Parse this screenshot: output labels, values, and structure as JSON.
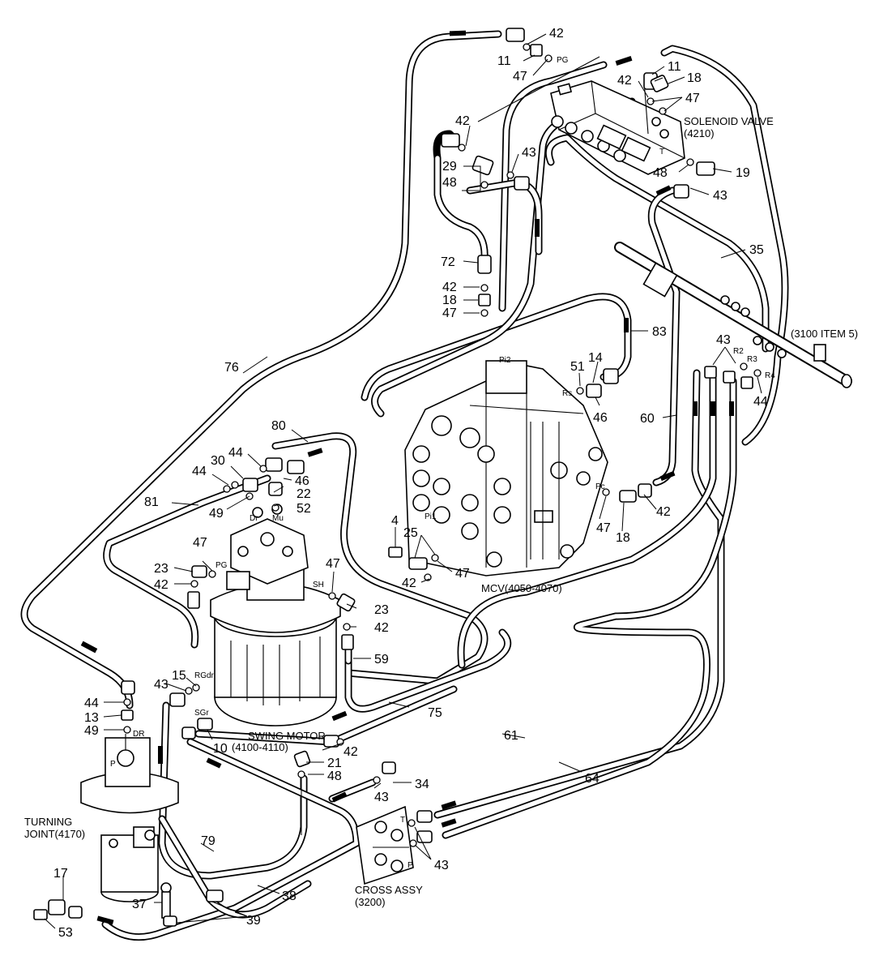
{
  "components": {
    "solenoid_valve": [
      "SOLENOID VALVE",
      "(4210)"
    ],
    "mcv": [
      "MCV(4050-4070)"
    ],
    "swing_motor": [
      "SWING MOTOR",
      "(4100-4110)"
    ],
    "turning_joint": [
      "TURNING",
      "JOINT(4170)"
    ],
    "cross_assy": [
      "CROSS ASSY",
      "(3200)"
    ],
    "ref_3100": [
      "(3100 ITEM 5)"
    ]
  },
  "ports": {
    "pg_top": "PG",
    "pi2": "Pi2",
    "rs": "Rs",
    "pi1": "Pi1",
    "pc": "Pc",
    "dr_motor": "Dr",
    "mu": "Mu",
    "pg_motor": "PG",
    "sh": "SH",
    "rgdr": "RGdr",
    "sgr": "SGr",
    "dr_joint": "DR",
    "p_joint": "P",
    "t_cross": "T",
    "p_cross": "P",
    "t_sol": "T",
    "r2": "R2",
    "r3": "R3",
    "r4": "R4"
  },
  "part_numbers": {
    "p42a": "42",
    "p11a": "11",
    "p47a": "47",
    "p11b": "11",
    "p42b": "42",
    "p18a": "18",
    "p47b": "47",
    "p42c": "42",
    "p43a": "43",
    "p29": "29",
    "p48a": "48",
    "p48b": "48",
    "p19": "19",
    "p43b": "43",
    "p35": "35",
    "p72": "72",
    "p42d": "42",
    "p18b": "18",
    "p47c": "47",
    "p83": "83",
    "p76": "76",
    "p51": "51",
    "p14": "14",
    "p46a": "46",
    "p43c": "43",
    "p44a": "44",
    "p60": "60",
    "p80": "80",
    "p44b": "44",
    "p30": "30",
    "p44c": "44",
    "p46b": "46",
    "p22": "22",
    "p52": "52",
    "p81": "81",
    "p49a": "49",
    "p42e": "42",
    "p47d": "47",
    "p18c": "18",
    "p4": "4",
    "p25": "25",
    "p47e": "47",
    "p42f": "42",
    "p47f": "47",
    "p23a": "23",
    "p42g": "42",
    "p47g": "47",
    "p23b": "23",
    "p42h": "42",
    "p59": "59",
    "p43d": "43",
    "p15": "15",
    "p44d": "44",
    "p13": "13",
    "p49b": "49",
    "p75": "75",
    "p10": "10",
    "p42i": "42",
    "p21": "21",
    "p48c": "48",
    "p43e": "43",
    "p34": "34",
    "p61": "61",
    "p64": "64",
    "p43f": "43",
    "p79": "79",
    "p38": "38",
    "p17": "17",
    "p37": "37",
    "p53": "53",
    "p39": "39"
  }
}
